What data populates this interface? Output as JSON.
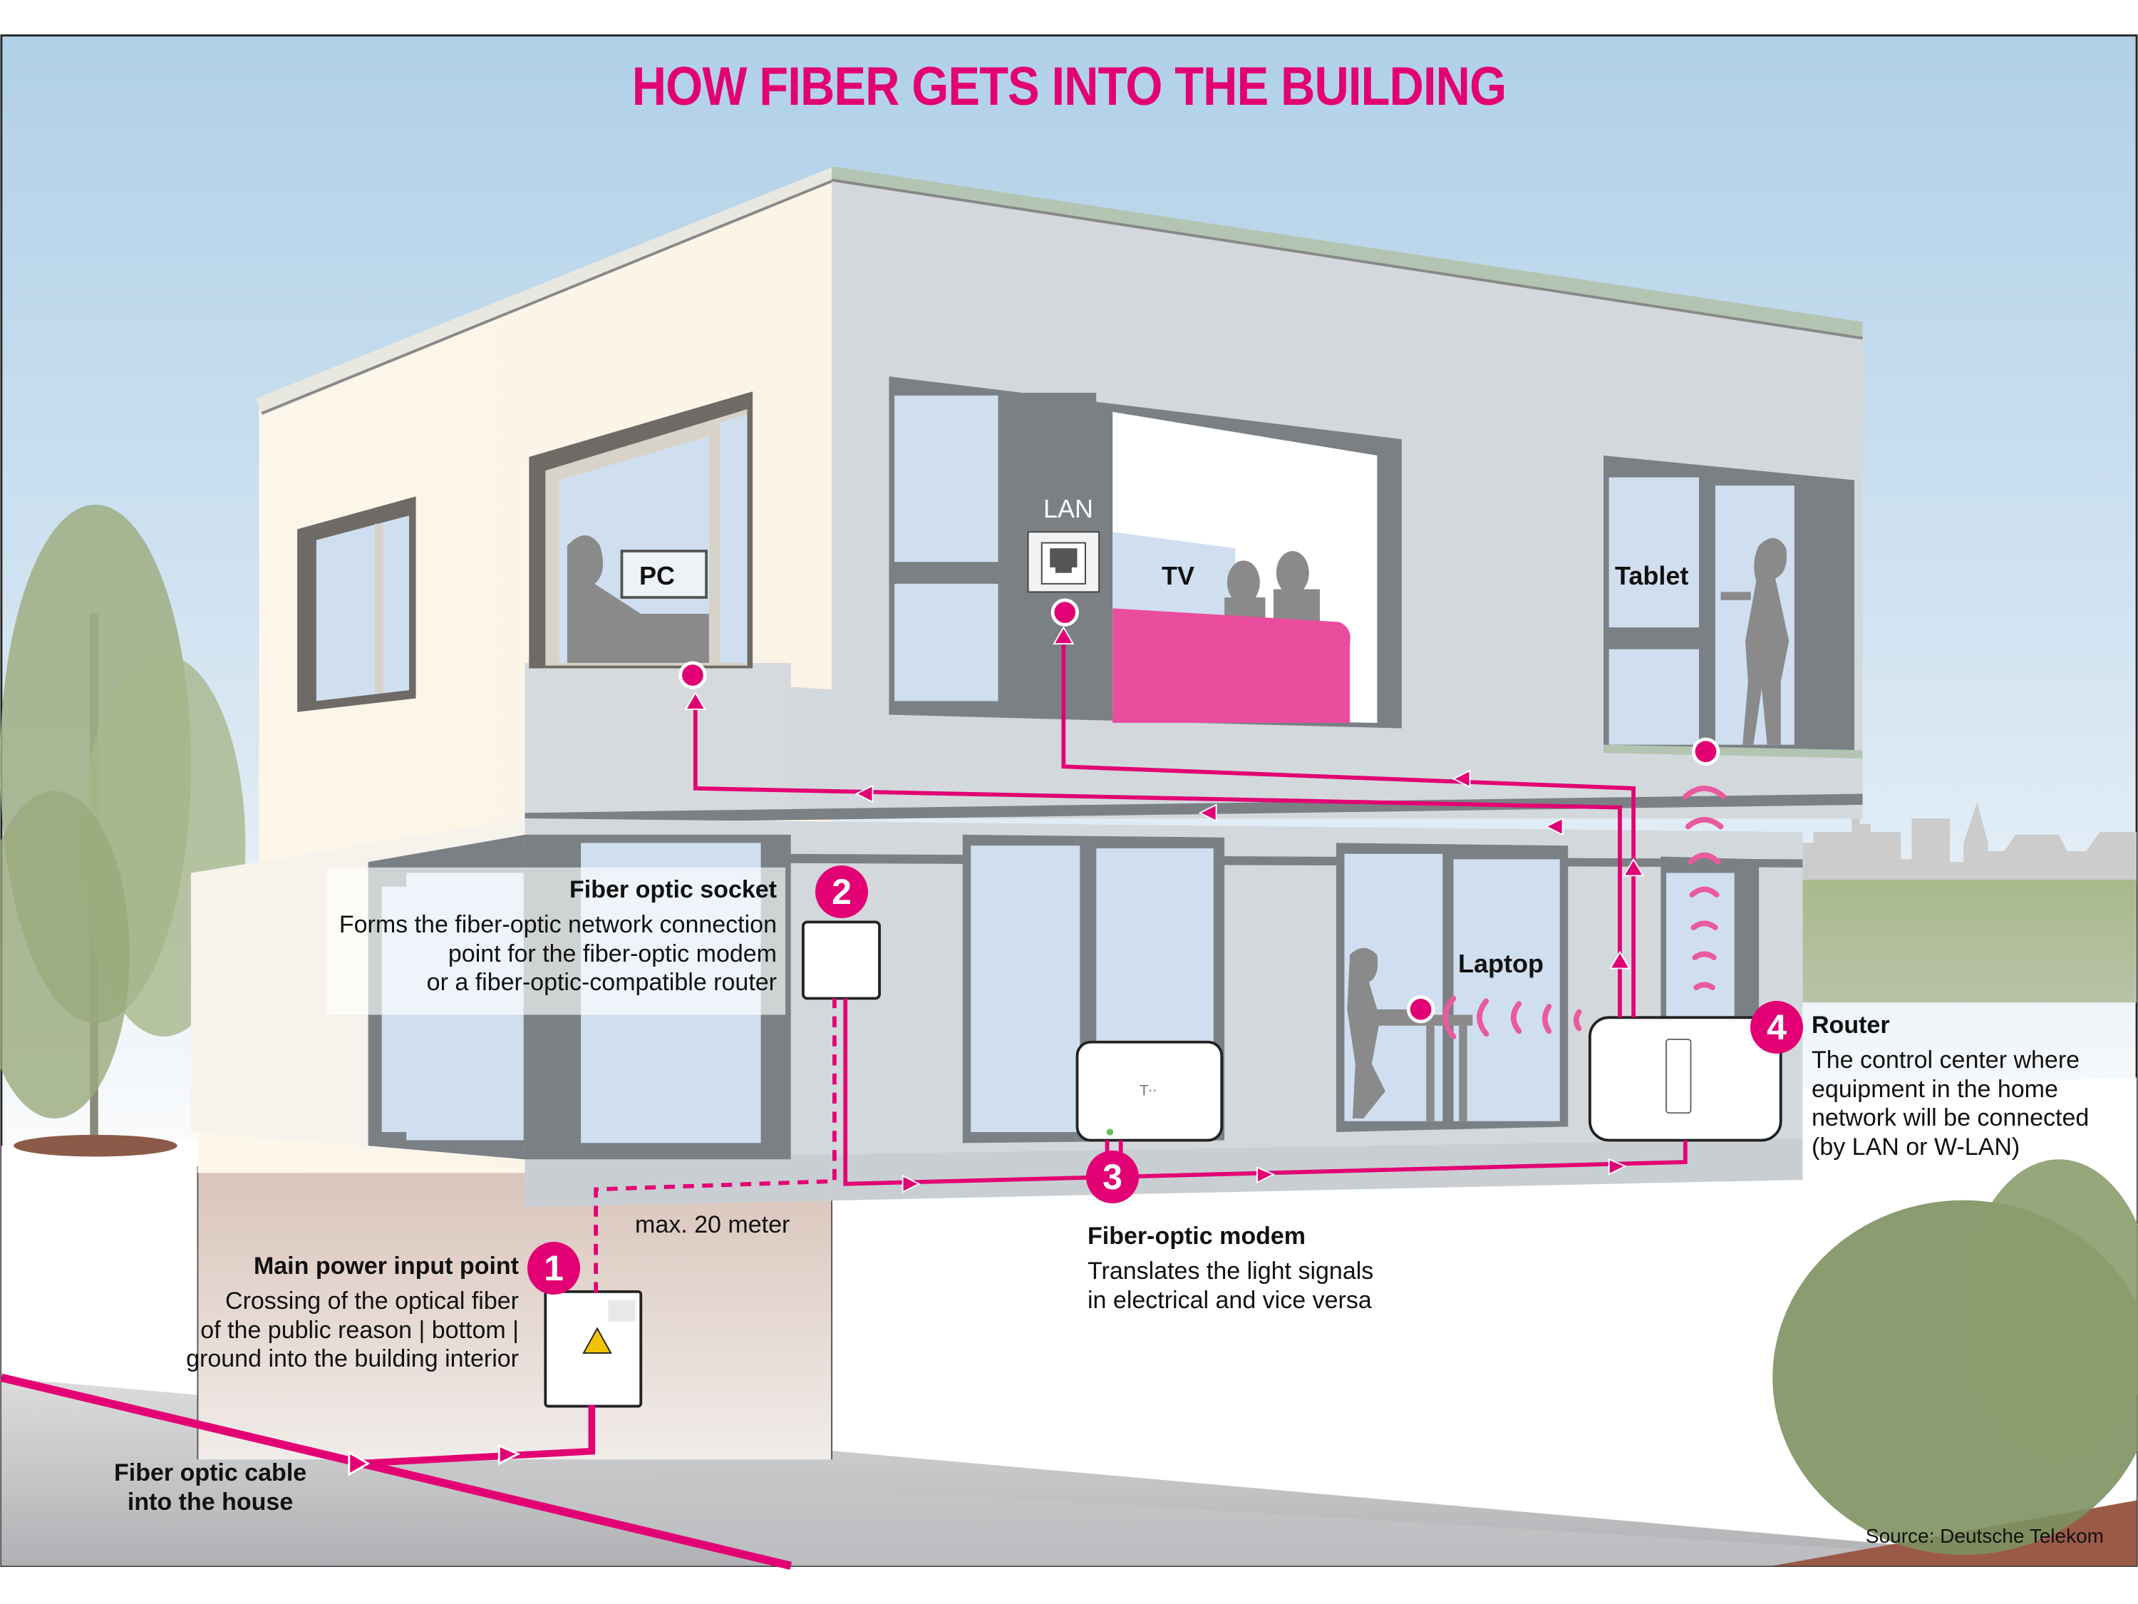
{
  "title": "HOW FIBER GETS INTO THE BUILDING",
  "colors": {
    "magenta": "#e20074",
    "sky_top": "#b0d0e8",
    "facade_light": "#fdf5e8",
    "facade_grey": "#d3d8dc",
    "window_glass": "#d0dff0",
    "frame_dark": "#7a8084",
    "sofa_pink": "#ea4c9e",
    "grass": "#afbd92",
    "skyline": "#cccccc",
    "ground": "#b4b5b8"
  },
  "devices": {
    "pc": "PC",
    "lan": "LAN",
    "tv": "TV",
    "tablet": "Tablet",
    "laptop": "Laptop"
  },
  "steps": [
    {
      "number": "1",
      "heading": "Main power input point",
      "lines": [
        "Crossing of the optical fiber",
        "of the public reason | bottom |",
        "ground into the building interior"
      ]
    },
    {
      "number": "2",
      "heading": "Fiber optic socket",
      "lines": [
        "Forms the fiber-optic network connection",
        "point for the fiber-optic modem",
        "or a fiber-optic-compatible router"
      ]
    },
    {
      "number": "3",
      "heading": "Fiber-optic modem",
      "lines": [
        "Translates the light signals",
        "in electrical and vice versa"
      ]
    },
    {
      "number": "4",
      "heading": "Router",
      "lines": [
        "The control center where",
        "equipment in the home",
        "network will be connected",
        "(by LAN or W-LAN)"
      ]
    }
  ],
  "distance_note": "max. 20 meter",
  "cable_label": [
    "Fiber optic cable",
    "into the house"
  ],
  "source": "Source: Deutsche Telekom"
}
